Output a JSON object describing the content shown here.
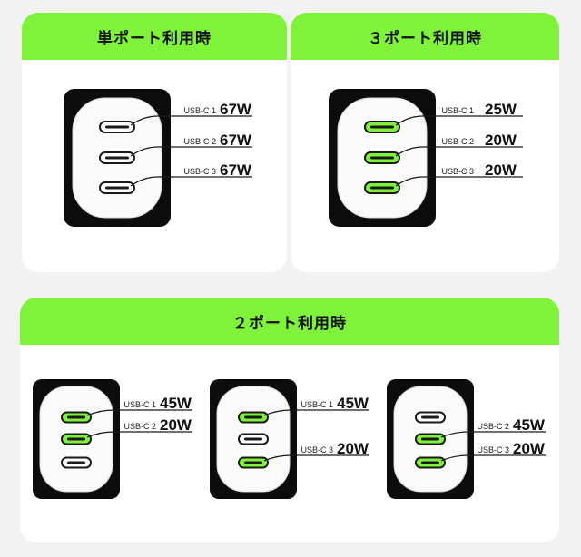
{
  "colors": {
    "accent": "#7ff23a",
    "port_active": "#7ff23a",
    "port_idle": "#ffffff"
  },
  "panels": {
    "single": {
      "title": "単ポート利用時"
    },
    "triple": {
      "title": "３ポート利用時"
    },
    "dual": {
      "title": "２ポート利用時"
    }
  },
  "chargers": [
    {
      "id": "single",
      "ports": [
        {
          "active": false,
          "label": "USB-C 1",
          "watt": "67W"
        },
        {
          "active": false,
          "label": "USB-C 2",
          "watt": "67W"
        },
        {
          "active": false,
          "label": "USB-C 3",
          "watt": "67W"
        }
      ]
    },
    {
      "id": "triple",
      "ports": [
        {
          "active": true,
          "label": "USB-C 1",
          "watt": "25W"
        },
        {
          "active": true,
          "label": "USB-C 2",
          "watt": "20W"
        },
        {
          "active": true,
          "label": "USB-C 3",
          "watt": "20W"
        }
      ]
    },
    {
      "id": "dual-a",
      "ports": [
        {
          "active": true,
          "label": "USB-C 1",
          "watt": "45W"
        },
        {
          "active": true,
          "label": "USB-C 2",
          "watt": "20W"
        },
        {
          "active": false
        }
      ]
    },
    {
      "id": "dual-b",
      "ports": [
        {
          "active": true,
          "label": "USB-C 1",
          "watt": "45W"
        },
        {
          "active": false
        },
        {
          "active": true,
          "label": "USB-C 3",
          "watt": "20W"
        }
      ]
    },
    {
      "id": "dual-c",
      "ports": [
        {
          "active": false
        },
        {
          "active": true,
          "label": "USB-C 2",
          "watt": "45W"
        },
        {
          "active": true,
          "label": "USB-C 3",
          "watt": "20W"
        }
      ]
    }
  ]
}
